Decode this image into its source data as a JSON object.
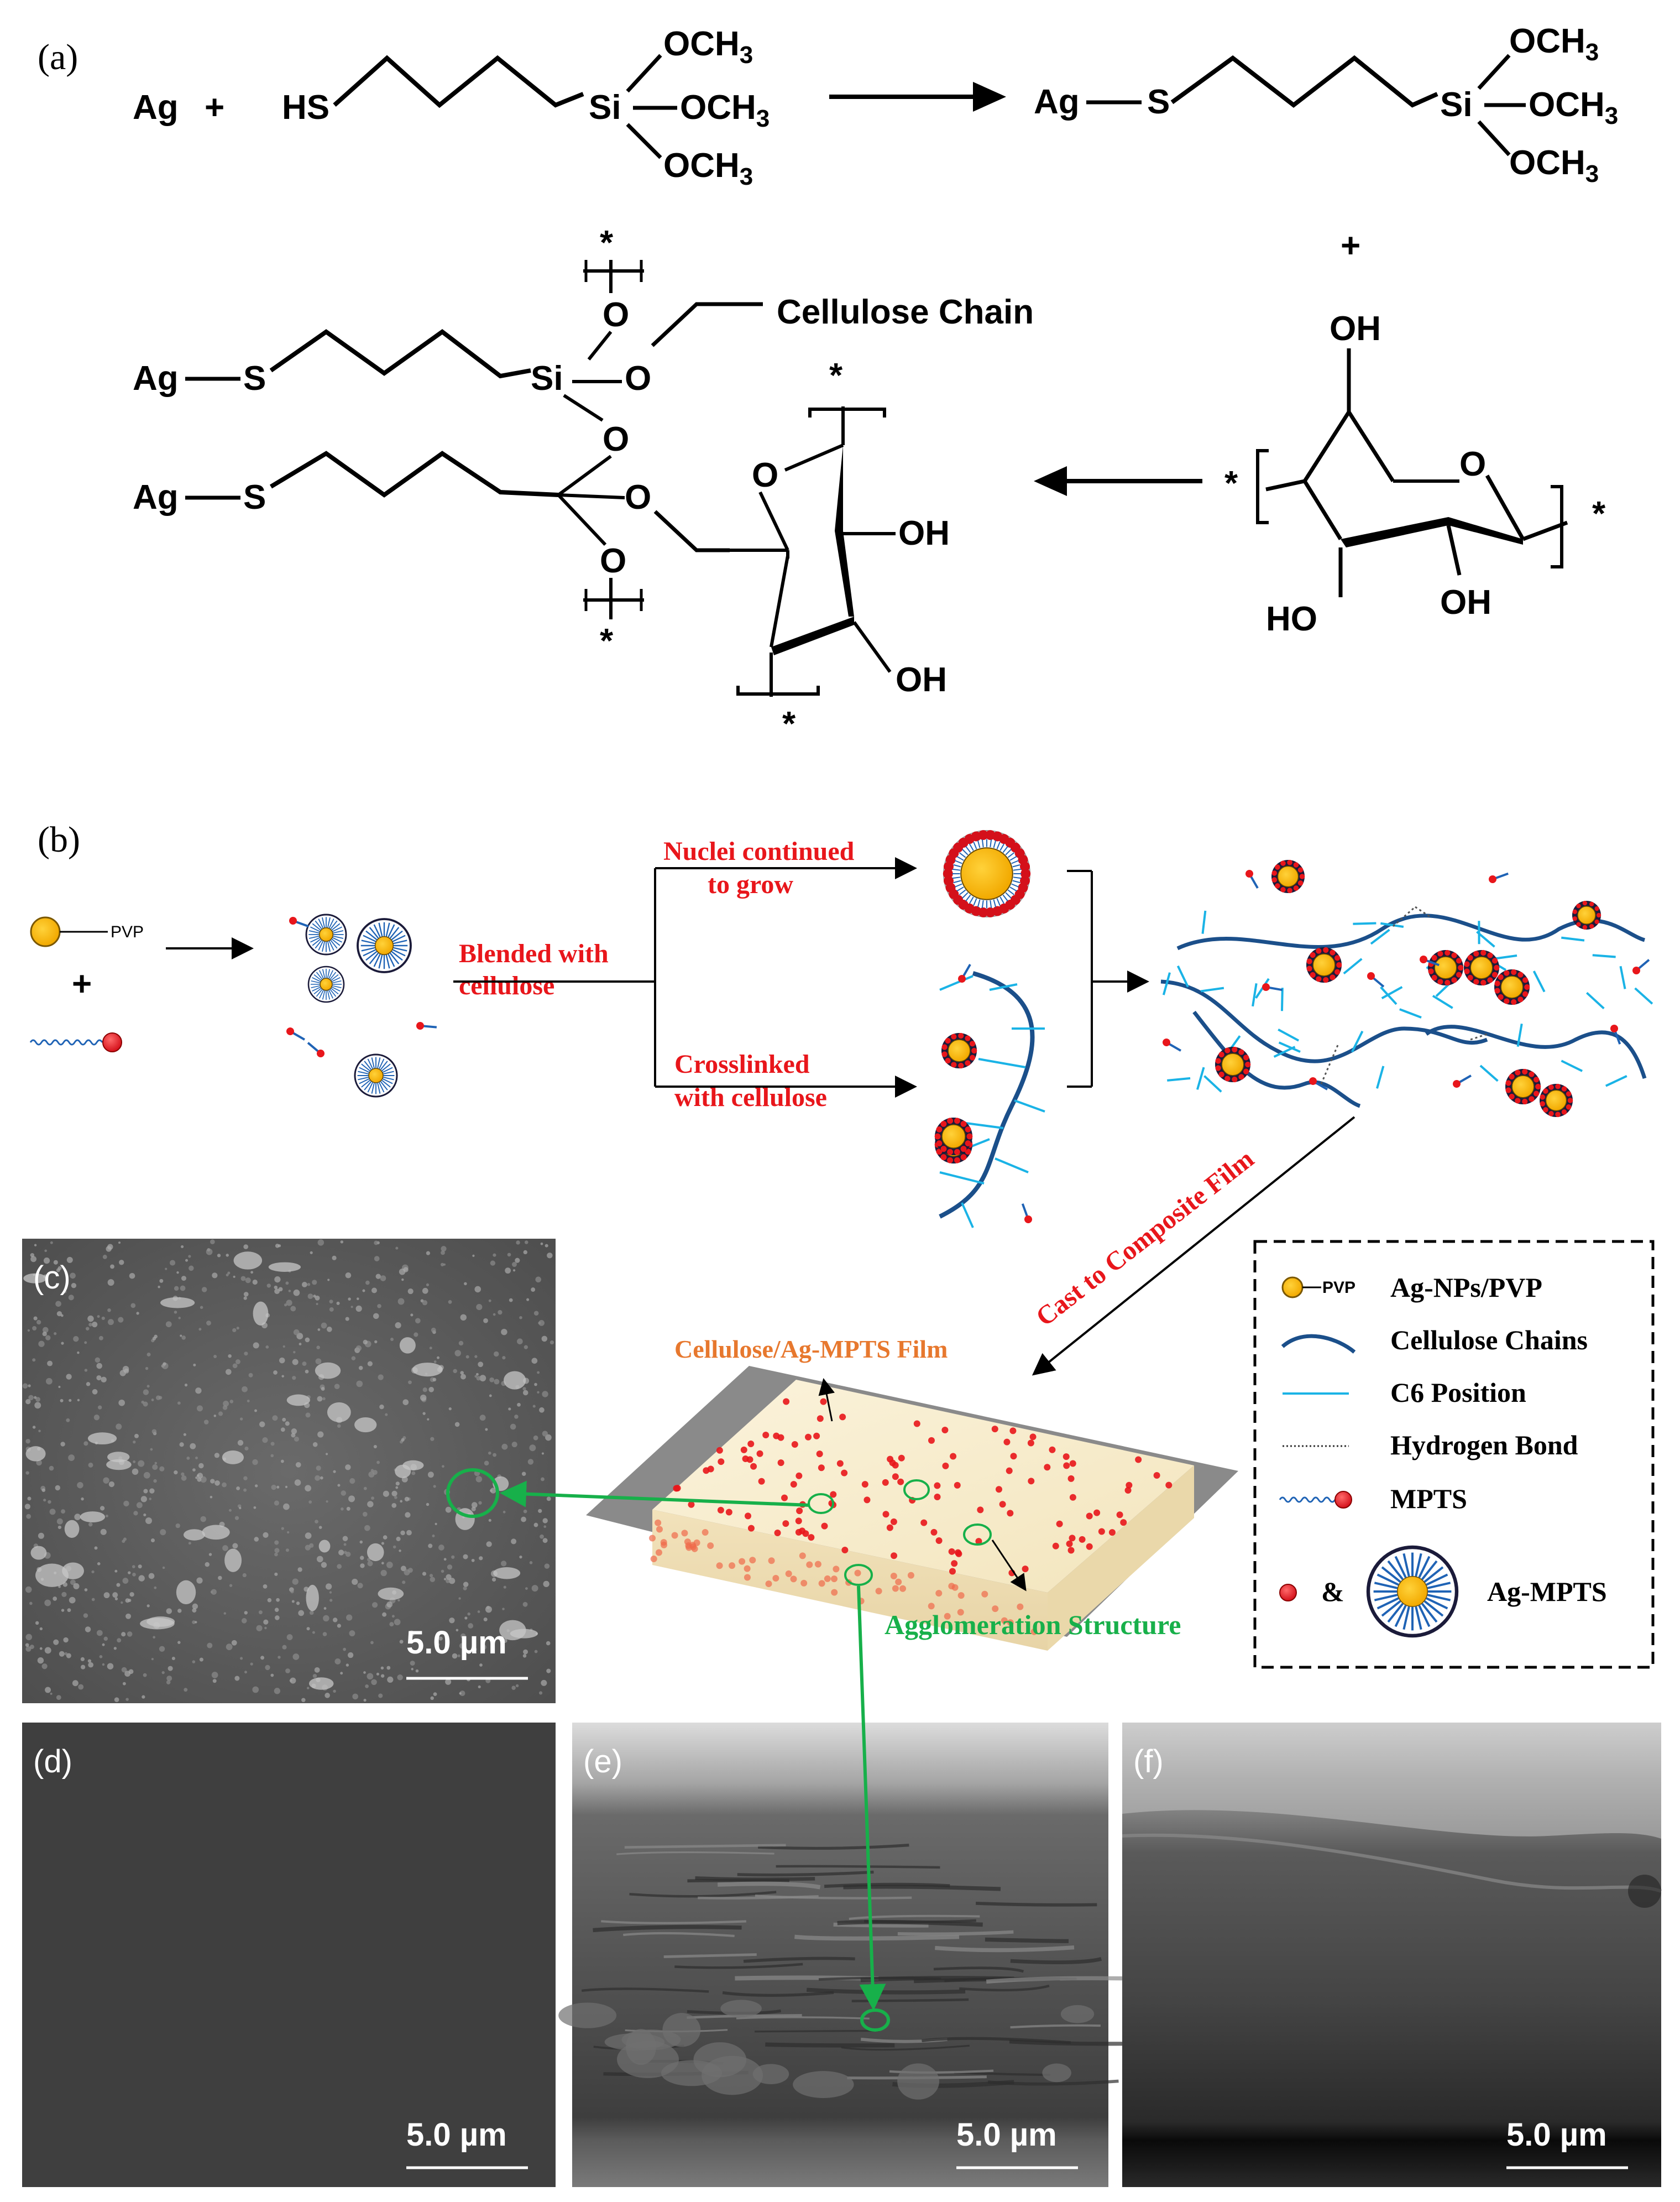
{
  "panel_a": {
    "label": "(a)",
    "ag": "Ag",
    "plus": "+",
    "hs": "HS",
    "si": "Si",
    "och3_prefix": "OCH",
    "och3_sub": "3",
    "s": "S",
    "o": "O",
    "oh": "OH",
    "ho": "HO",
    "cellulose_chain": "Cellulose Chain",
    "star": "*"
  },
  "panel_b": {
    "label": "(b)",
    "pvp": "PVP",
    "plus": "+",
    "blended_line1": "Blended with",
    "blended_line2": "cellulose",
    "nuclei_line1": "Nuclei continued",
    "nuclei_line2": "to grow",
    "crosslinked_line1": "Crosslinked",
    "crosslinked_line2": "with cellulose",
    "cast": "Cast to Composite Film",
    "film_label": "Cellulose/Ag-MPTS Film",
    "agglomeration": "Agglomeration Structure"
  },
  "legend": {
    "pvp": "PVP",
    "items": [
      "Ag-NPs/PVP",
      "Cellulose Chains",
      "C6 Position",
      "Hydrogen Bond",
      "MPTS"
    ],
    "amp": "&",
    "ag_mpts": "Ag-MPTS"
  },
  "sem_panels": {
    "c": "(c)",
    "d": "(d)",
    "e": "(e)",
    "f": "(f)",
    "scale": "5.0 µm"
  },
  "colors": {
    "red_label": "#e8161b",
    "green_arrow": "#17b04a",
    "orange_label": "#e7782e",
    "gold": "#f8b800",
    "navy": "#1b4f8a",
    "cyan": "#1ab3e6",
    "film": "#f7ebc9"
  }
}
